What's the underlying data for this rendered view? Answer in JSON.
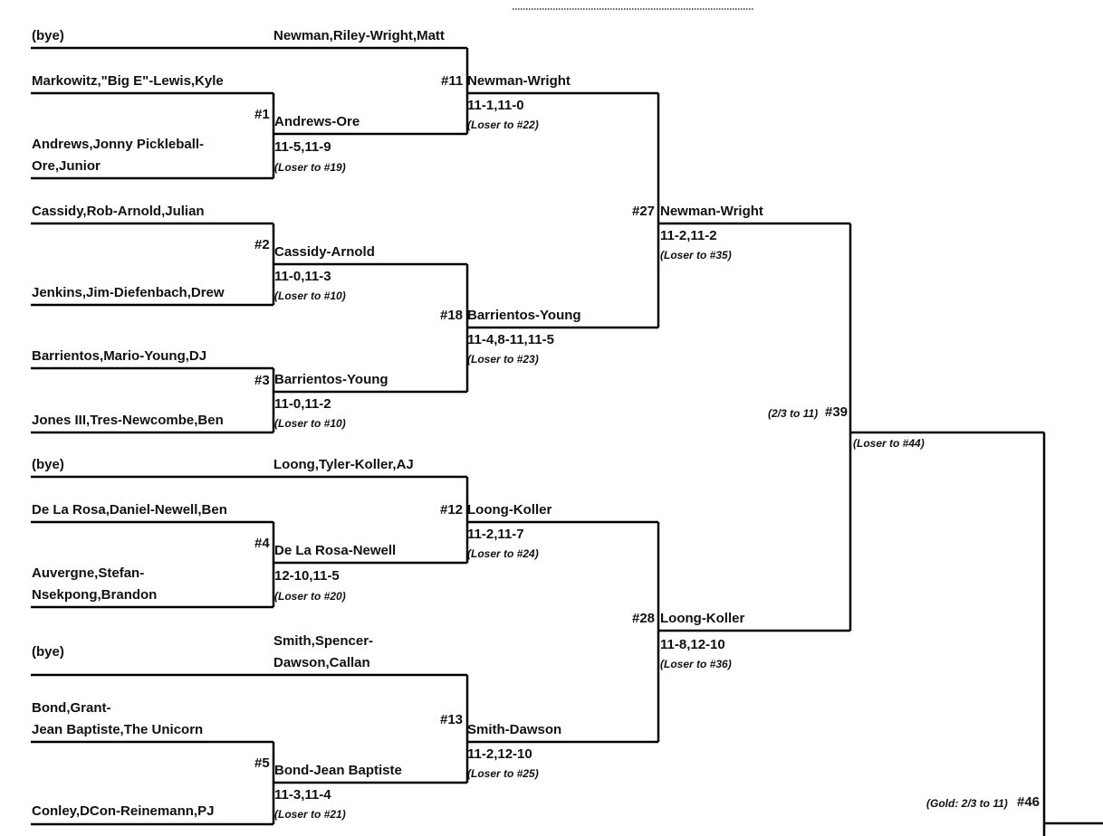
{
  "round1": {
    "e1": "(bye)",
    "e2": "Markowitz,\"Big E\"-Lewis,Kyle",
    "e3a": "Andrews,Jonny Pickleball-",
    "e3b": "Ore,Junior",
    "e4": "Cassidy,Rob-Arnold,Julian",
    "e5": "Jenkins,Jim-Diefenbach,Drew",
    "e6": "Barrientos,Mario-Young,DJ",
    "e7": "Jones III,Tres-Newcombe,Ben",
    "e8": "(bye)",
    "e9": "De La Rosa,Daniel-Newell,Ben",
    "e10a": "Auvergne,Stefan-",
    "e10b": "Nsekpong,Brandon",
    "e11": "(bye)",
    "e12a": "Bond,Grant-",
    "e12b": "Jean Baptiste,The Unicorn",
    "e13": "Conley,DCon-Reinemann,PJ"
  },
  "round2": {
    "bye1": "Newman,Riley-Wright,Matt",
    "m1": {
      "num": "#1",
      "winner": "Andrews-Ore",
      "score": "11-5,11-9",
      "loser": "(Loser to #19)"
    },
    "m2": {
      "num": "#2",
      "winner": "Cassidy-Arnold",
      "score": "11-0,11-3",
      "loser": "(Loser to #10)"
    },
    "m3": {
      "num": "#3",
      "winner": "Barrientos-Young",
      "score": "11-0,11-2",
      "loser": "(Loser to #10)"
    },
    "bye2": "Loong,Tyler-Koller,AJ",
    "m4": {
      "num": "#4",
      "winner": "De La Rosa-Newell",
      "score": "12-10,11-5",
      "loser": "(Loser to #20)"
    },
    "bye3a": "Smith,Spencer-",
    "bye3b": "Dawson,Callan",
    "m5": {
      "num": "#5",
      "winner": "Bond-Jean Baptiste",
      "score": "11-3,11-4",
      "loser": "(Loser to #21)"
    }
  },
  "round3": {
    "m11": {
      "num": "#11",
      "winner": "Newman-Wright",
      "score": "11-1,11-0",
      "loser": "(Loser to #22)"
    },
    "m18": {
      "num": "#18",
      "winner": "Barrientos-Young",
      "score": "11-4,8-11,11-5",
      "loser": "(Loser to #23)"
    },
    "m12": {
      "num": "#12",
      "winner": "Loong-Koller",
      "score": "11-2,11-7",
      "loser": "(Loser to #24)"
    },
    "m13": {
      "num": "#13",
      "winner": "Smith-Dawson",
      "score": "11-2,12-10",
      "loser": "(Loser to #25)"
    }
  },
  "round4": {
    "m27": {
      "num": "#27",
      "winner": "Newman-Wright",
      "score": "11-2,11-2",
      "loser": "(Loser to #35)"
    },
    "m28": {
      "num": "#28",
      "winner": "Loong-Koller",
      "score": "11-8,12-10",
      "loser": "(Loser to #36)"
    }
  },
  "round5": {
    "m39": {
      "num": "#39",
      "note": "(2/3 to 11)",
      "loser": "(Loser to #44)"
    }
  },
  "round6": {
    "m46": {
      "num": "#46",
      "note": "(Gold: 2/3 to 11)"
    }
  }
}
